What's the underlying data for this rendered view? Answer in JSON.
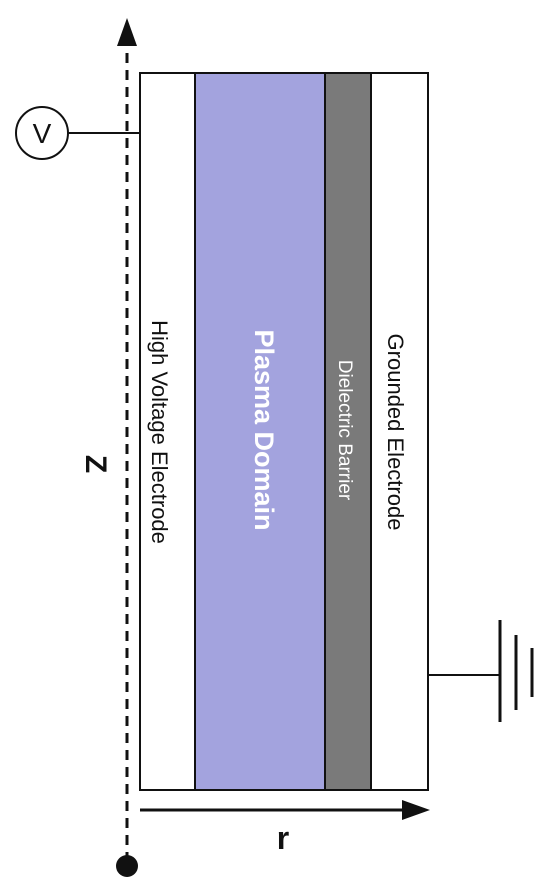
{
  "diagram": {
    "axis_z_label": "Z",
    "axis_r_label": "r",
    "voltage_source_label": "V",
    "layers": {
      "high_voltage_electrode": "High Voltage Electrode",
      "plasma_domain": "Plasma Domain",
      "dielectric_barrier": "Dielectric Barrier",
      "grounded_electrode": "Grounded Electrode"
    },
    "colors": {
      "plasma": "#a3a3de",
      "dielectric": "#7a7a7a",
      "electrode": "#ffffff",
      "stroke": "#111111"
    },
    "icons": {
      "voltage": "voltage-source-icon",
      "ground": "ground-icon"
    }
  }
}
